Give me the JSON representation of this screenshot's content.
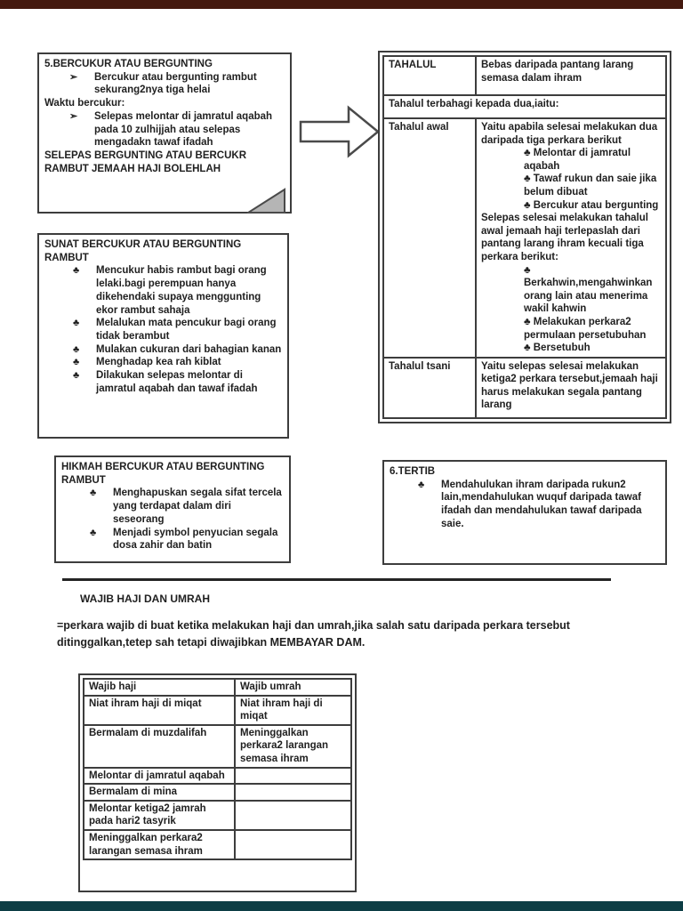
{
  "icons": {
    "club_bullet": "♣",
    "arrow_bullet": "➢"
  },
  "colors": {
    "top_edge": "#44190f",
    "bottom_edge": "#0d3e45",
    "border": "#3d3d3d",
    "text": "#1f1f1f"
  },
  "bercukur_box": {
    "title": "5.BERCUKUR ATAU BERGUNTING",
    "item1": "Bercukur atau bergunting rambut sekurang2nya tiga helai",
    "subheading": "Waktu bercukur:",
    "item2": "Selepas melontar di jamratul aqabah pada 10 zulhijjah atau selepas mengadakn tawaf ifadah",
    "footer": "SELEPAS BERGUNTING ATAU BERCUKR RAMBUT JEMAAH HAJI BOLEHLAH"
  },
  "tahalul_table": {
    "row1_label": "TAHALUL",
    "row1_content": "Bebas daripada pantang larang semasa dalam ihram",
    "row2_full": "Tahalul terbahagi kepada dua,iaitu:",
    "row3_label": "Tahalul awal",
    "row3_intro": "Yaitu apabila selesai melakukan dua daripada tiga perkara berikut",
    "row3_bullets": [
      "Melontar di jamratul aqabah",
      "Tawaf rukun dan saie jika belum dibuat",
      "Bercukur atau bergunting"
    ],
    "row3_middle": "Selepas selesai melakukan tahalul awal jemaah haji terlepaslah dari pantang larang ihram kecuali tiga perkara berikut:",
    "row3_bullets2": [
      "Berkahwin,mengahwinkan orang lain atau menerima wakil kahwin",
      "Melakukan perkara2 permulaan persetubuhan",
      "Bersetubuh"
    ],
    "row4_label": "Tahalul tsani",
    "row4_content": "Yaitu selepas selesai melakukan ketiga2 perkara tersebut,jemaah haji harus melakukan segala pantang larang"
  },
  "sunat_box": {
    "title": "SUNAT BERCUKUR ATAU BERGUNTING RAMBUT",
    "items": [
      "Mencukur habis rambut bagi orang lelaki.bagi perempuan hanya dikehendaki supaya menggunting ekor rambut sahaja",
      "Melalukan mata pencukur bagi orang tidak berambut",
      "Mulakan cukuran dari bahagian kanan",
      "Menghadap kea rah kiblat",
      "Dilakukan selepas melontar di jamratul aqabah dan tawaf ifadah"
    ]
  },
  "hikmah_box": {
    "title": "HIKMAH BERCUKUR ATAU BERGUNTING RAMBUT",
    "items": [
      "Menghapuskan segala sifat tercela yang terdapat dalam diri seseorang",
      "Menjadi symbol penyucian segala dosa zahir dan batin"
    ]
  },
  "tertib_box": {
    "title": "6.TERTIB",
    "items": [
      "Mendahulukan ihram daripada rukun2 lain,mendahulukan wuquf daripada tawaf ifadah dan mendahulukan tawaf daripada saie."
    ]
  },
  "wajib_section": {
    "heading": "WAJIB HAJI DAN UMRAH",
    "paragraph": "=perkara wajib di buat ketika melakukan haji dan umrah,jika salah satu daripada perkara tersebut ditinggalkan,tetep sah tetapi diwajibkan MEMBAYAR DAM.",
    "table": {
      "col1_header": "Wajib haji",
      "col2_header": "Wajib umrah",
      "rows": [
        {
          "haji": "Niat ihram haji di miqat",
          "umrah": "Niat ihram haji di miqat"
        },
        {
          "haji": "Bermalam di muzdalifah",
          "umrah": "Meninggalkan perkara2 larangan semasa ihram"
        },
        {
          "haji": "Melontar di jamratul aqabah",
          "umrah": ""
        },
        {
          "haji": "Bermalam di mina",
          "umrah": ""
        },
        {
          "haji": "Melontar ketiga2 jamrah pada hari2 tasyrik",
          "umrah": ""
        },
        {
          "haji": "Meninggalkan perkara2 larangan semasa ihram",
          "umrah": ""
        }
      ]
    }
  }
}
